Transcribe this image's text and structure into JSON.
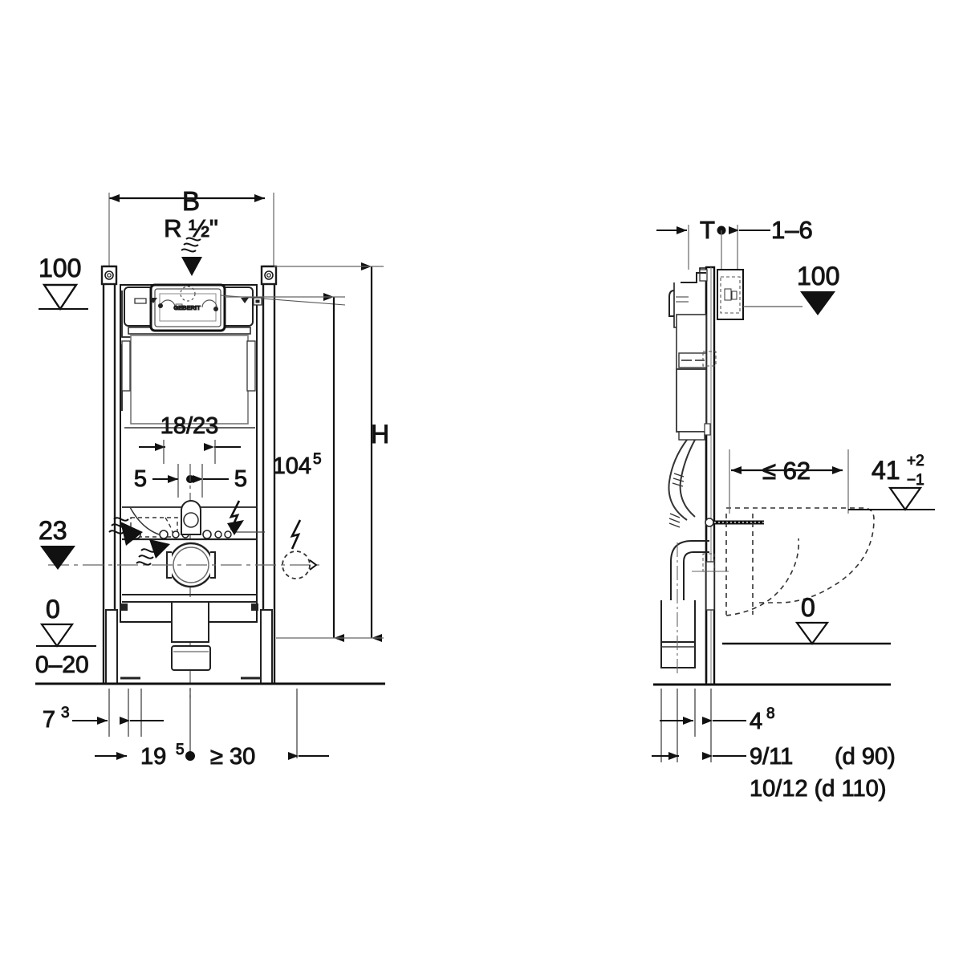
{
  "drawing": {
    "title": "Geberit Duofix concealed cistern installation element - dimensioned technical drawing",
    "units": "cm",
    "line_color": "#1a1a1a",
    "thin_color": "#555555",
    "dashed_color": "#333333",
    "background": "#ffffff",
    "brand": "GEBERIT"
  },
  "front_view": {
    "name": "front-elevation",
    "dimensions": {
      "width_label": "B",
      "height_label": "H",
      "water_connection": "R ½\"",
      "cistern_depth": "18/23",
      "offset_left": "5",
      "offset_right": "5",
      "seat_height": "104",
      "seat_height_sup": "5",
      "floor_offset": "7",
      "floor_offset_sup": "3",
      "waste_center": "19",
      "waste_center_sup": "5",
      "clearance": "≥ 30"
    },
    "levels": [
      {
        "value": "100",
        "style": "hollow"
      },
      {
        "value": "23",
        "style": "filled"
      },
      {
        "value": "0",
        "style": "hollow"
      },
      {
        "value": "0–20",
        "style": "plain"
      }
    ]
  },
  "side_view": {
    "name": "side-elevation",
    "dimensions": {
      "depth_label": "T",
      "wall_gap": "1–6",
      "bowl_projection": "≤ 62",
      "seat_height": "41",
      "seat_tol_plus": "+2",
      "seat_tol_minus": "−1",
      "waste_depth": "4",
      "waste_depth_sup": "8",
      "outlet_d90": "9/11",
      "outlet_d90_note": "(d 90)",
      "outlet_d110": "10/12 (d 110)"
    },
    "levels": [
      {
        "value": "100",
        "style": "filled"
      },
      {
        "value": "0",
        "style": "hollow"
      }
    ]
  }
}
